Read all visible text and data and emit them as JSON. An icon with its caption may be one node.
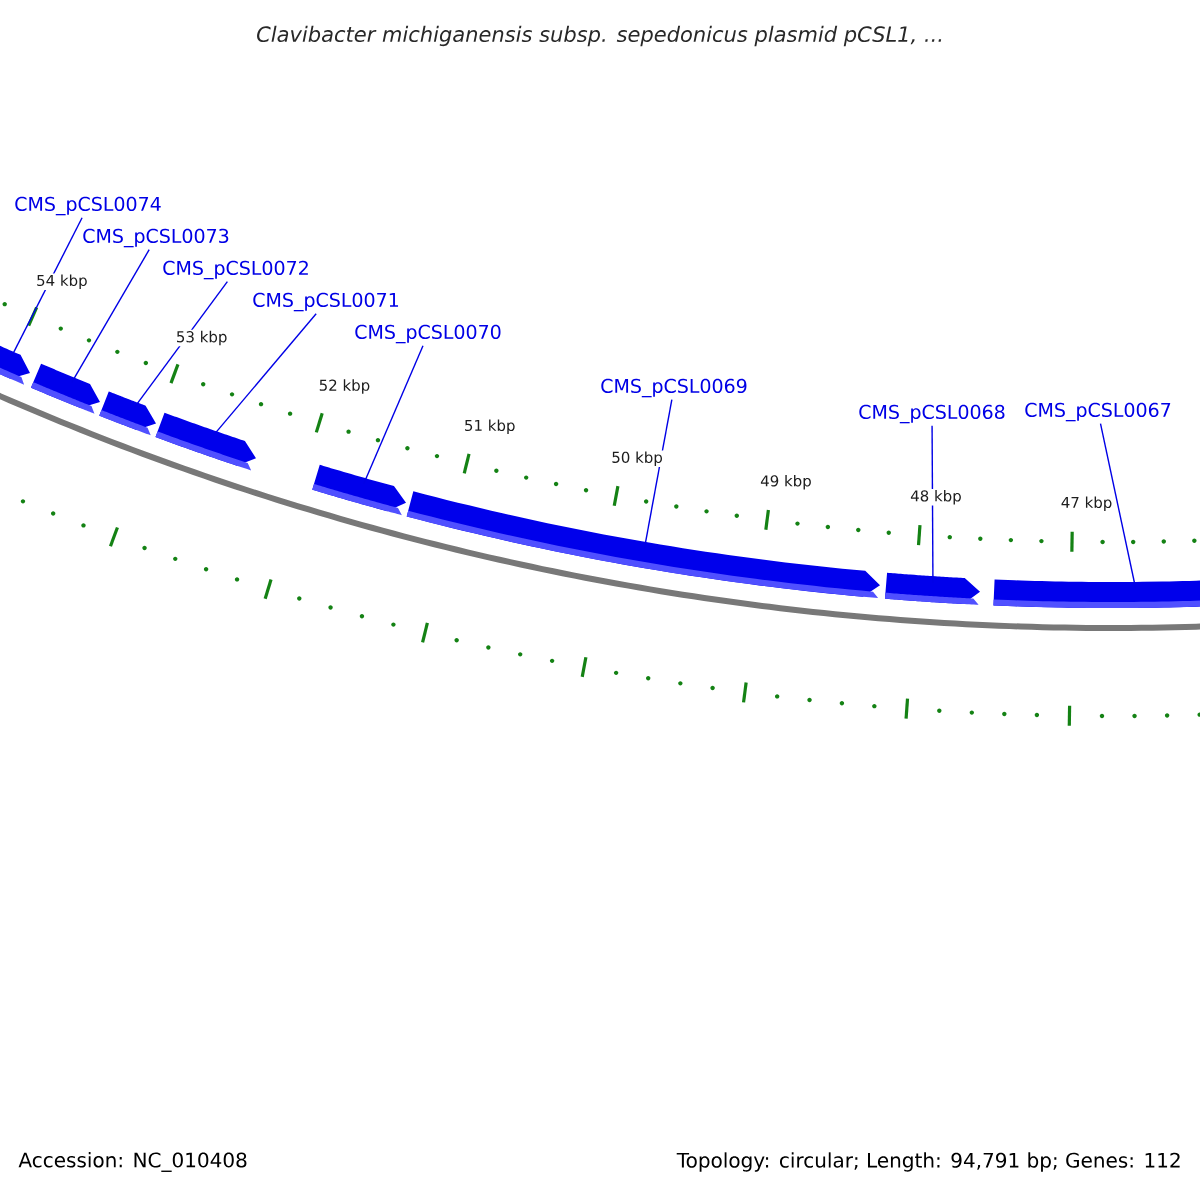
{
  "diagram": {
    "title": "Clavibacter michiganensis subsp. sepedonicus plasmid pCSL1, ...",
    "nodes": [
      {
        "text": [
          "CMS_pCSL0074"
        ]
      },
      {
        "text": [
          "CMS_pCSL0073"
        ]
      },
      {
        "text": [
          "CMS_pCSL0072"
        ]
      },
      {
        "text": [
          "CMS_pCSL0071"
        ]
      },
      {
        "text": [
          "CMS_pCSL0070"
        ]
      },
      {
        "text": [
          "CMS_pCSL0069"
        ]
      },
      {
        "text": [
          "CMS_pCSL0068"
        ]
      },
      {
        "text": [
          "CMS_pCSL0067"
        ]
      },
      {
        "text": [],
        "shape": "arrow"
      },
      {
        "text": [],
        "shape": "arrow"
      },
      {
        "text": [],
        "shape": "arrow"
      },
      {
        "text": [],
        "shape": "arrow"
      },
      {
        "text": [],
        "shape": "arrow"
      },
      {
        "text": [],
        "shape": "arrow"
      },
      {
        "text": [],
        "shape": "arrow"
      },
      {
        "text": [],
        "shape": "arrow"
      }
    ],
    "edges": [
      {
        "from": 0,
        "to": 8,
        "arrow": "none"
      },
      {
        "from": 1,
        "to": 9,
        "arrow": "none"
      },
      {
        "from": 2,
        "to": 10,
        "arrow": "none"
      },
      {
        "from": 3,
        "to": 11,
        "arrow": "none"
      },
      {
        "from": 4,
        "to": 12,
        "arrow": "none"
      },
      {
        "from": 5,
        "to": 13,
        "arrow": "none"
      },
      {
        "from": 6,
        "to": 14,
        "arrow": "none"
      },
      {
        "from": 7,
        "to": 15,
        "arrow": "none"
      }
    ],
    "labels": [
      "54 kbp",
      "53 kbp",
      "52 kbp",
      "51 kbp",
      "50 kbp",
      "49 kbp",
      "48 kbp",
      "47 kbp",
      "Accession: NC_010408",
      "Topology: circular; Length: 94,791 bp; Genes: 112"
    ]
  }
}
